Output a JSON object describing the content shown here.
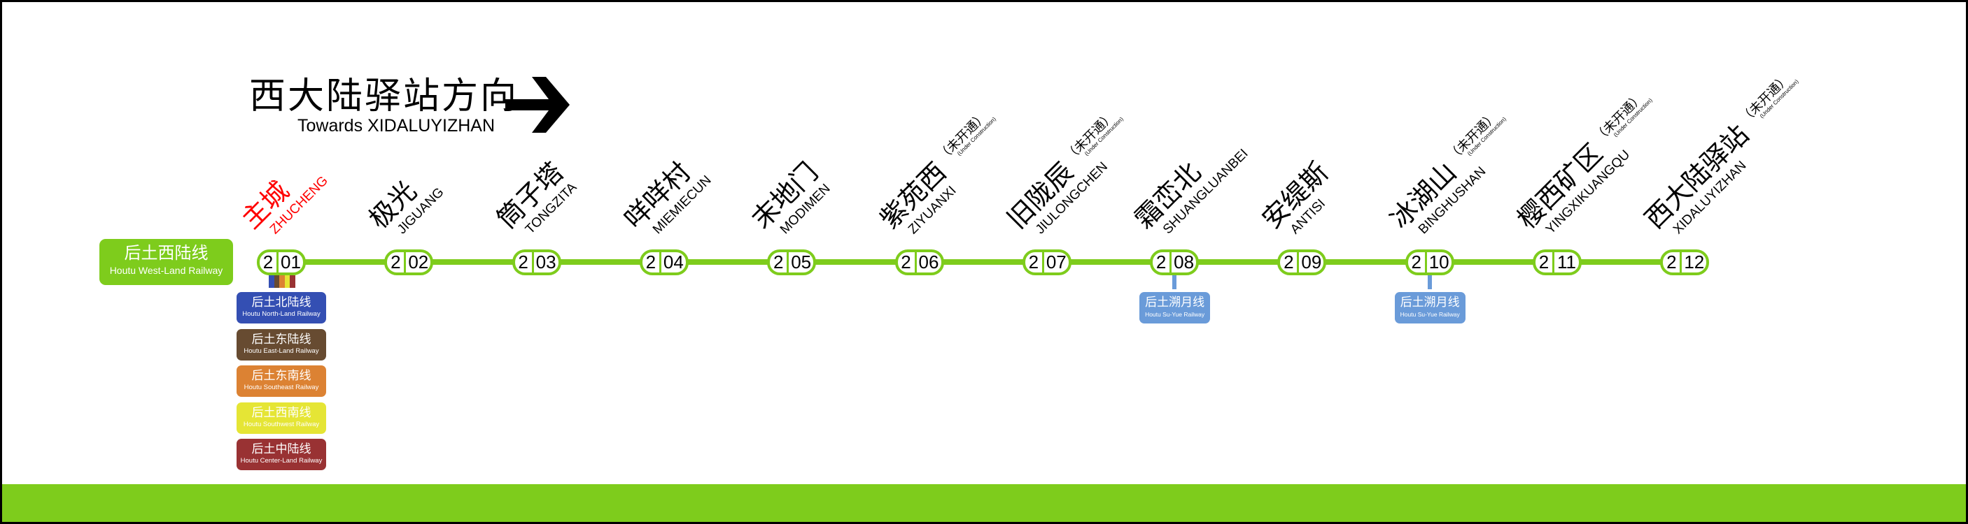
{
  "direction": {
    "cn": "西大陆驿站方向",
    "en": "Towards XIDALUYIZHAN",
    "icon": "arrow-right-icon"
  },
  "line": {
    "cn": "后土西陆线",
    "en": "Houtu West-Land Railway",
    "color": "#7ecc1c",
    "number": "2"
  },
  "under_construction": {
    "cn": "（未开通）",
    "en": "(Under Construction)"
  },
  "stations": [
    {
      "code": "01",
      "cn": "主城",
      "en": "ZHUCHENG",
      "current": true,
      "uc": false
    },
    {
      "code": "02",
      "cn": "极光",
      "en": "JIGUANG",
      "uc": false
    },
    {
      "code": "03",
      "cn": "筒子塔",
      "en": "TONGZITA",
      "uc": false
    },
    {
      "code": "04",
      "cn": "咩咩村",
      "en": "MIEMIECUN",
      "uc": false
    },
    {
      "code": "05",
      "cn": "末地门",
      "en": "MODIMEN",
      "uc": false
    },
    {
      "code": "06",
      "cn": "紫苑西",
      "en": "ZIYUANXI",
      "uc": true
    },
    {
      "code": "07",
      "cn": "旧陇辰",
      "en": "JIULONGCHEN",
      "uc": true
    },
    {
      "code": "08",
      "cn": "霜峦北",
      "en": "SHUANGLUANBEI",
      "uc": false
    },
    {
      "code": "09",
      "cn": "安缇斯",
      "en": "ANTISI",
      "uc": false
    },
    {
      "code": "10",
      "cn": "冰湖山",
      "en": "BINGHUSHAN",
      "uc": true
    },
    {
      "code": "11",
      "cn": "樱西矿区",
      "en": "YINGXIKUANGQU",
      "uc": true
    },
    {
      "code": "12",
      "cn": "西大陆驿站",
      "en": "XIDALUYIZHAN",
      "uc": true
    }
  ],
  "transfers_main": [
    {
      "cn": "后土北陆线",
      "en": "Houtu North-Land Railway",
      "color": "#344fb3"
    },
    {
      "cn": "后土东陆线",
      "en": "Houtu East-Land Railway",
      "color": "#674b31"
    },
    {
      "cn": "后土东南线",
      "en": "Houtu Southeast Railway",
      "color": "#dc8233"
    },
    {
      "cn": "后土西南线",
      "en": "Houtu Southwest Railway",
      "color": "#e5e535"
    },
    {
      "cn": "后土中陆线",
      "en": "Houtu Center-Land Railway",
      "color": "#993233"
    }
  ],
  "transfers_other": [
    {
      "station": "08",
      "cn": "后土溯月线",
      "en": "Houtu Su-Yue Railway",
      "color": "#6a9bd9"
    },
    {
      "station": "10",
      "cn": "后土溯月线",
      "en": "Houtu Su-Yue Railway",
      "color": "#6a9bd9"
    }
  ],
  "colors": {
    "current_station": "#ff0000",
    "text": "#000000"
  }
}
